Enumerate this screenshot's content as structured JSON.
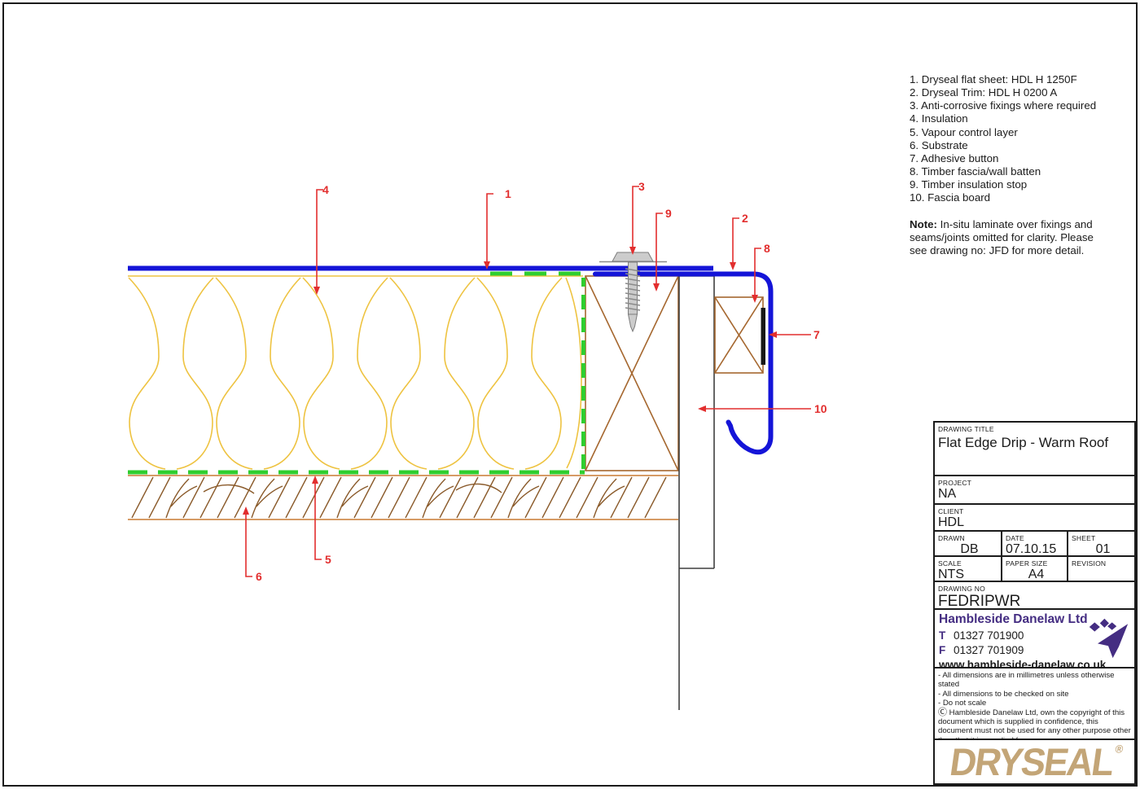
{
  "colors": {
    "sheet_blue": "#1414d8",
    "insulation_yellow": "#eec341",
    "vcl_green": "#2fce2f",
    "wood_grain": "#8a5a2a",
    "wood_edge": "#c87a32",
    "timber_brown": "#a5672f",
    "fascia_gray": "#3f3f3f",
    "callout_red": "#e22e2e",
    "brand_purple": "#442d82",
    "dryseal_tan": "#c3a577"
  },
  "legend": {
    "items": [
      "1. Dryseal flat sheet: HDL H 1250F",
      "2. Dryseal Trim: HDL H 0200 A",
      "3. Anti-corrosive fixings where required",
      "4. Insulation",
      "5. Vapour control layer",
      "6. Substrate",
      "7. Adhesive button",
      "8. Timber fascia/wall batten",
      "9. Timber insulation stop",
      "10. Fascia board"
    ]
  },
  "note": {
    "label": "Note:",
    "text": " In-situ laminate over fixings and seams/joints omitted for clarity. Please see drawing no: JFD for more detail."
  },
  "callouts": {
    "flat_sheet": "1",
    "trim": "2",
    "fixing": "3",
    "insulation": "4",
    "vcl": "5",
    "substrate": "6",
    "adhesive_button": "7",
    "batten": "8",
    "insulation_stop": "9",
    "fascia_board": "10"
  },
  "title_block": {
    "drawing_title_label": "DRAWING TITLE",
    "drawing_title": "Flat Edge Drip - Warm Roof",
    "project_label": "PROJECT",
    "project": "NA",
    "client_label": "CLIENT",
    "client": "HDL",
    "drawn_label": "DRAWN",
    "drawn": "DB",
    "date_label": "DATE",
    "date": "07.10.15",
    "sheet_label": "SHEET",
    "sheet": "01",
    "scale_label": "SCALE",
    "scale": "NTS",
    "paper_size_label": "PAPER SIZE",
    "paper_size": "A4",
    "revision_label": "REVISION",
    "revision": "",
    "drawing_no_label": "DRAWING NO",
    "drawing_no": "FEDRIPWR"
  },
  "company": {
    "name": "Hambleside Danelaw Ltd",
    "tel_label": "T",
    "tel": "01327 701900",
    "fax_label": "F",
    "fax": "01327 701909",
    "website": "www.hambleside-danelaw.co.uk"
  },
  "disclaimer": {
    "line1": "- All dimensions are in millimetres unless otherwise stated",
    "line2": "- All dimensions to be checked on site",
    "line3": "- Do not scale",
    "copyright_symbol": "Ⓒ",
    "copyright": " Hambleside Danelaw Ltd, own the copyright of this document which is supplied in confidence, this document must not be used for any other purpose other than that it is supplied for."
  },
  "brand": {
    "name": "DRYSEAL",
    "registered": "®"
  }
}
